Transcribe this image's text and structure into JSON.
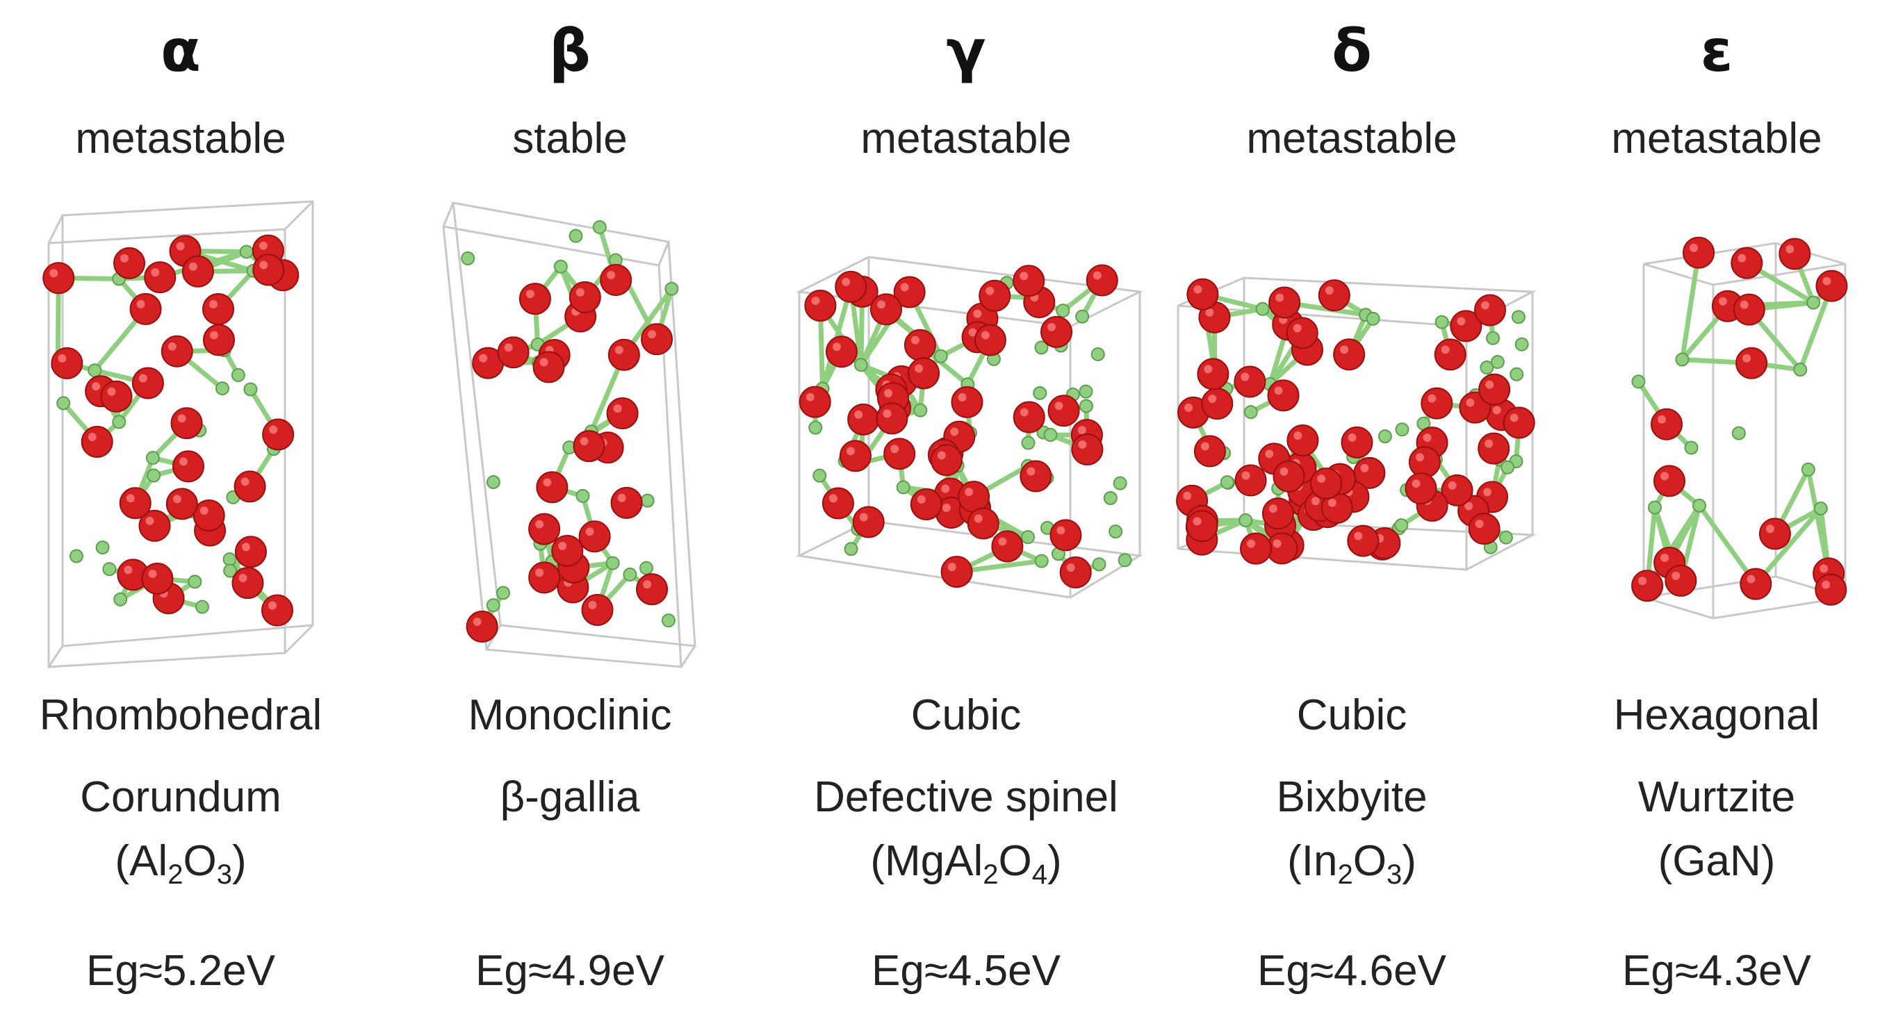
{
  "phases": [
    {
      "symbol": "α",
      "stability": "metastable",
      "crystal_system": "Rhombohedral",
      "prototype": "Corundum",
      "formula_parts": [
        "Al",
        "2",
        "O",
        "3"
      ],
      "bandgap": "Eg≈5.2eV"
    },
    {
      "symbol": "β",
      "stability": "stable",
      "crystal_system": "Monoclinic",
      "prototype": "β-gallia",
      "formula_parts": [],
      "bandgap": "Eg≈4.9eV"
    },
    {
      "symbol": "γ",
      "stability": "metastable",
      "crystal_system": "Cubic",
      "prototype": "Defective spinel",
      "formula_parts": [
        "MgAl",
        "2",
        "O",
        "4"
      ],
      "bandgap": "Eg≈4.5eV"
    },
    {
      "symbol": "δ",
      "stability": "metastable",
      "crystal_system": "Cubic",
      "prototype": "Bixbyite",
      "formula_parts": [
        "In",
        "2",
        "O",
        "3"
      ],
      "bandgap": "Eg≈4.6eV"
    },
    {
      "symbol": "ε",
      "stability": "metastable",
      "crystal_system": "Hexagonal",
      "prototype": "Wurtzite",
      "formula_parts": [
        "GaN"
      ],
      "bandgap": "Eg≈4.3eV"
    }
  ],
  "colors": {
    "oxygen_atom": "#d42020",
    "metal_atom": "#90d080",
    "bond": "#8fcf7f",
    "cell_outline": "#c8c8c8"
  }
}
